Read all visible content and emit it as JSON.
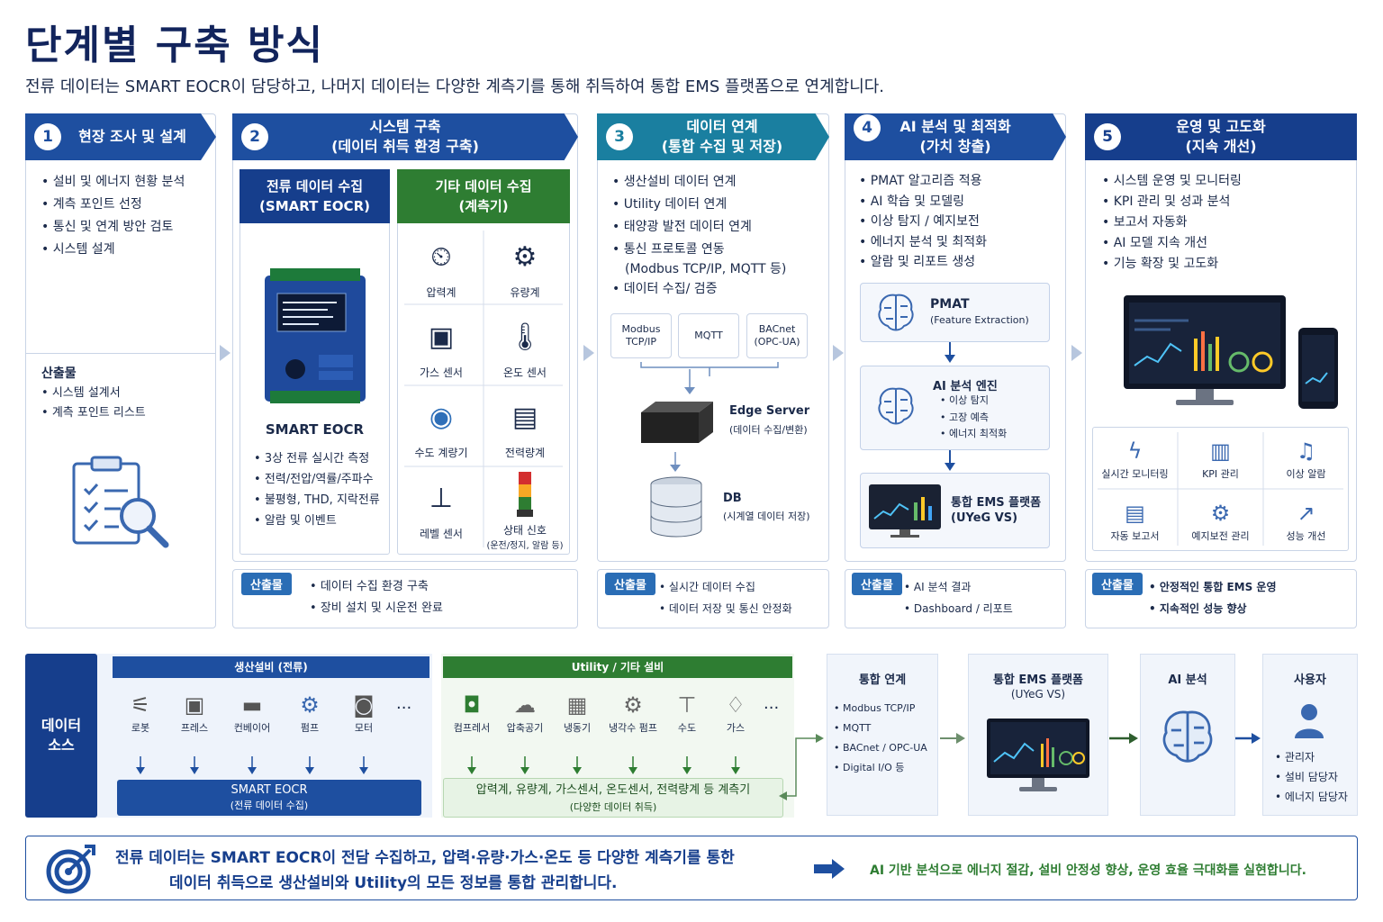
{
  "title": "단계별 구축 방식",
  "subtitle": "전류 데이터는 SMART EOCR이 담당하고, 나머지 데이터는 다양한 계측기를 통해 취득하여 통합 EMS 플랫폼으로 연계합니다.",
  "colors": {
    "navy": "#12245c",
    "blue": "#1e4fa0",
    "green": "#2e7d32",
    "light": "#eef3fb"
  },
  "step1": {
    "num": "1",
    "title": "현장 조사 및 설계",
    "items": [
      "설비 및 에너지 현황 분석",
      "계측 포인트 선정",
      "통신 및 연계 방안 검토",
      "시스템 설계"
    ],
    "output_label": "산출물",
    "outputs": [
      "시스템 설계서",
      "계측 포인트 리스트"
    ],
    "icon": "clipboard-magnifier-icon"
  },
  "step2": {
    "num": "2",
    "title_l1": "시스템 구축",
    "title_l2": "(데이터 취득 환경 구축)",
    "eocr_header_l1": "전류 데이터 수집",
    "eocr_header_l2": "(SMART EOCR)",
    "eocr_name": "SMART EOCR",
    "eocr_items": [
      "3상 전류 실시간 측정",
      "전력/전압/역률/주파수",
      "불평형, THD, 지락전류",
      "알람 및 이벤트"
    ],
    "other_header_l1": "기타 데이터 수집",
    "other_header_l2": "(계측기)",
    "sensors": [
      {
        "label": "압력계",
        "icon": "pressure-gauge-icon"
      },
      {
        "label": "유량계",
        "icon": "flow-meter-icon"
      },
      {
        "label": "가스 센서",
        "icon": "gas-sensor-icon"
      },
      {
        "label": "온도 센서",
        "icon": "temperature-sensor-icon"
      },
      {
        "label": "수도 계량기",
        "icon": "water-meter-icon"
      },
      {
        "label": "전력량계",
        "icon": "power-meter-icon"
      },
      {
        "label": "레벨 센서",
        "icon": "level-sensor-icon"
      },
      {
        "label": "상태 신호",
        "sub": "(운전/정지, 알람 등)",
        "icon": "signal-tower-icon"
      }
    ],
    "output_label": "산출물",
    "outputs": [
      "데이터 수집 환경 구축",
      "장비 설치 및 시운전 완료"
    ]
  },
  "step3": {
    "num": "3",
    "title_l1": "데이터 연계",
    "title_l2": "(통합 수집 및 저장)",
    "items": [
      "생산설비 데이터 연계",
      "Utility 데이터 연계",
      "태양광 발전 데이터 연계",
      "통신 프로토콜 연동",
      "데이터 수집/ 검증"
    ],
    "protocol_note": "(Modbus TCP/IP, MQTT 등)",
    "protocols": [
      {
        "l1": "Modbus",
        "l2": "TCP/IP"
      },
      {
        "l1": "MQTT",
        "l2": ""
      },
      {
        "l1": "BACnet",
        "l2": "(OPC-UA)"
      }
    ],
    "edge_title": "Edge Server",
    "edge_sub": "(데이터 수집/변환)",
    "db_title": "DB",
    "db_sub": "(시계열 데이터 저장)",
    "output_label": "산출물",
    "outputs": [
      "실시간 데이터 수집",
      "데이터 저장 및 통신 안정화"
    ]
  },
  "step4": {
    "num": "4",
    "title_l1": "AI 분석 및 최적화",
    "title_l2": "(가치 창출)",
    "items": [
      "PMAT 알고리즘 적용",
      "AI 학습 및 모델링",
      "이상 탐지 / 예지보전",
      "에너지 분석 및 최적화",
      "알람 및 리포트 생성"
    ],
    "pmat_title": "PMAT",
    "pmat_sub": "(Feature Extraction)",
    "engine_title": "AI 분석 엔진",
    "engine_items": [
      "이상 탐지",
      "고장 예측",
      "에너지 최적화"
    ],
    "ems_l1": "통합 EMS 플랫폼",
    "ems_l2": "(UYeG VS)",
    "output_label": "산출물",
    "outputs": [
      "AI 분석 결과",
      "Dashboard / 리포트"
    ]
  },
  "step5": {
    "num": "5",
    "title_l1": "운영 및 고도화",
    "title_l2": "(지속 개선)",
    "items": [
      "시스템 운영 및 모니터링",
      "KPI 관리 및 성과 분석",
      "보고서 자동화",
      "AI 모델 지속 개선",
      "기능 확장 및 고도화"
    ],
    "features": [
      {
        "label": "실시간 모니터링",
        "icon": "realtime-monitor-icon"
      },
      {
        "label": "KPI 관리",
        "icon": "kpi-chart-icon"
      },
      {
        "label": "이상 알람",
        "icon": "alarm-bell-icon"
      },
      {
        "label": "자동 보고서",
        "icon": "report-document-icon"
      },
      {
        "label": "예지보전 관리",
        "icon": "predictive-maintenance-icon"
      },
      {
        "label": "성능 개선",
        "icon": "performance-up-icon"
      }
    ],
    "output_label": "산출물",
    "outputs": [
      "안정적인 통합 EMS 운영",
      "지속적인 성능 향상"
    ]
  },
  "flow": {
    "source_l1": "데이터",
    "source_l2": "소스",
    "prod_title": "생산설비 (전류)",
    "prod_items": [
      "로봇",
      "프레스",
      "컨베이어",
      "펌프",
      "모터"
    ],
    "ellipsis": "···",
    "eocr_l1": "SMART EOCR",
    "eocr_l2": "(전류 데이터 수집)",
    "util_title": "Utility / 기타 설비",
    "util_items": [
      "컴프레서",
      "압축공기",
      "냉동기",
      "냉각수 펌프",
      "수도",
      "가스"
    ],
    "meters_l1": "압력계, 유량계, 가스센서, 온도센서, 전력량계 등 계측기",
    "meters_l2": "(다양한 데이터 취득)",
    "integ_title": "통합 연계",
    "integ_items": [
      "Modbus TCP/IP",
      "MQTT",
      "BACnet / OPC-UA",
      "Digital I/O 등"
    ],
    "ems_l1": "통합 EMS 플랫폼",
    "ems_l2": "(UYeG VS)",
    "ai_title": "AI 분석",
    "user_title": "사용자",
    "user_items": [
      "관리자",
      "설비 담당자",
      "에너지 담당자"
    ]
  },
  "summary": {
    "l1": "전류 데이터는 SMART EOCR이 전담 수집하고, 압력·유량·가스·온도 등 다양한 계측기를 통한",
    "l2": "데이터 취득으로 생산설비와 Utility의 모든 정보를 통합 관리합니다.",
    "result": "AI 기반 분석으로 에너지 절감, 설비 안정성 향상, 운영 효율 극대화를 실현합니다."
  }
}
